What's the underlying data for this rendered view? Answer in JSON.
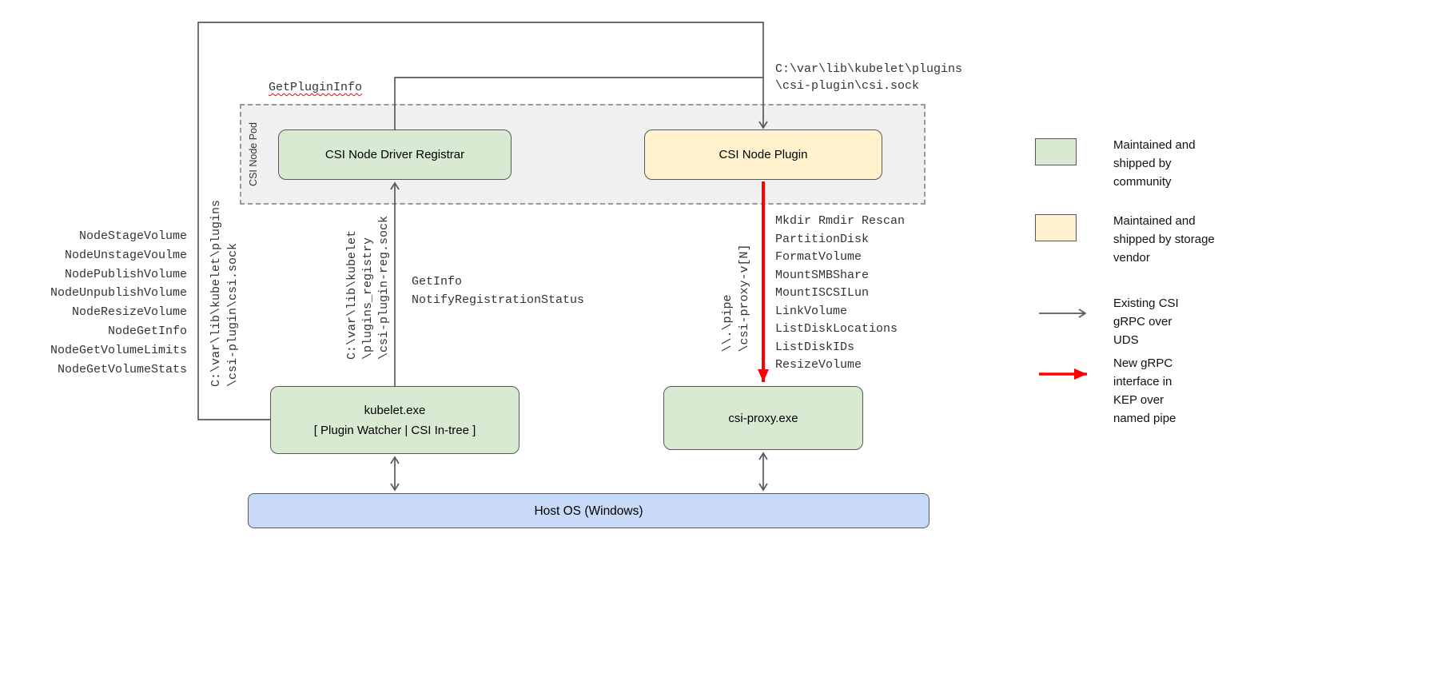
{
  "pod": {
    "label": "CSI Node Pod"
  },
  "boxes": {
    "registrar": {
      "label": "CSI Node Driver Registrar"
    },
    "plugin": {
      "label": "CSI Node Plugin"
    },
    "kubelet": {
      "line1": "kubelet.exe",
      "line2": "[ Plugin Watcher | CSI In-tree ]"
    },
    "proxy": {
      "label": "csi-proxy.exe"
    },
    "host": {
      "label": "Host OS (Windows)"
    }
  },
  "labels": {
    "get_plugin_info": "GetPluginInfo",
    "csi_sock_top": "C:\\var\\lib\\kubelet\\plugins\n\\csi-plugin\\csi.sock",
    "csi_sock_vertical": "C:\\var\\lib\\kubelet\\plugins\n\\csi-plugin\\csi.sock",
    "reg_sock_vertical": "C:\\var\\lib\\kubelet\n\\plugins_registry\n\\csi-plugin-reg.sock",
    "registration_calls": "GetInfo\nNotifyRegistrationStatus",
    "named_pipe": "\\\\.\\pipe\n\\csi-proxy-v[N]"
  },
  "node_calls": [
    "NodeStageVolume",
    "NodeUnstageVoulme",
    "NodePublishVolume",
    "NodeUnpublishVolume",
    "NodeResizeVolume",
    "NodeGetInfo",
    "NodeGetVolumeLimits",
    "NodeGetVolumeStats"
  ],
  "proxy_calls": [
    "Mkdir Rmdir Rescan",
    "PartitionDisk",
    "FormatVolume",
    "MountSMBShare",
    "MountISCSILun",
    "LinkVolume",
    "ListDiskLocations",
    "ListDiskIDs",
    "ResizeVolume"
  ],
  "legend": {
    "community": "Maintained and shipped by community",
    "vendor": "Maintained and shipped by storage vendor",
    "uds": "Existing CSI gRPC over UDS",
    "pipe": "New gRPC interface in KEP over named pipe"
  },
  "colors": {
    "community_fill": "#d9ead3",
    "vendor_fill": "#fff2cc",
    "host_fill": "#c9daf8",
    "pod_fill": "#f0f0f0",
    "line": "#595959",
    "new_interface": "#ff0000"
  }
}
